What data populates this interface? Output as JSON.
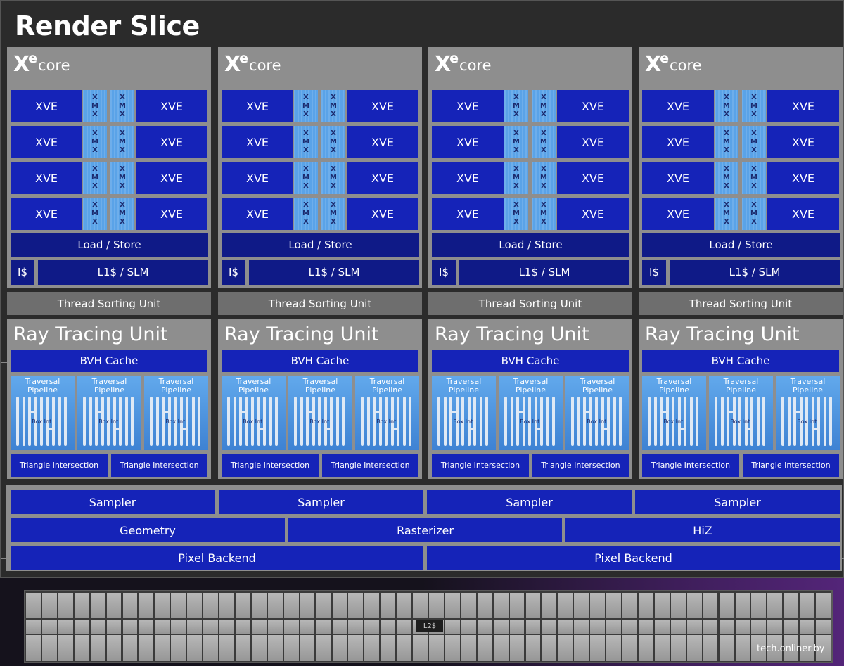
{
  "title": "Render Slice",
  "xe_core": {
    "x": "X",
    "e": "e",
    "core": "core"
  },
  "xve_label": "XVE",
  "xmx_letters": [
    "X",
    "M",
    "X"
  ],
  "load_store": "Load / Store",
  "icache": "I$",
  "l1_slm": "L1$ / SLM",
  "thread_sorting_unit": "Thread Sorting Unit",
  "ray_tracing_unit": "Ray Tracing Unit",
  "bvh_cache": "BVH Cache",
  "traversal_pipeline": "Traversal Pipeline",
  "box_int": "Box Int.",
  "triangle_intersection": "Triangle Intersection",
  "sampler": "Sampler",
  "geometry": "Geometry",
  "rasterizer": "Rasterizer",
  "hiz": "HiZ",
  "pixel_backend": "Pixel Backend",
  "l2_label": "L2$",
  "watermark": "tech.onliner.by",
  "colors": {
    "xve_blue": "#1523b8",
    "xmx_light_blue": "#5aa3e8",
    "dark_blue": "#0f1a87",
    "panel_gray": "#8e8e8e",
    "slice_bg": "#2b2b2b"
  }
}
